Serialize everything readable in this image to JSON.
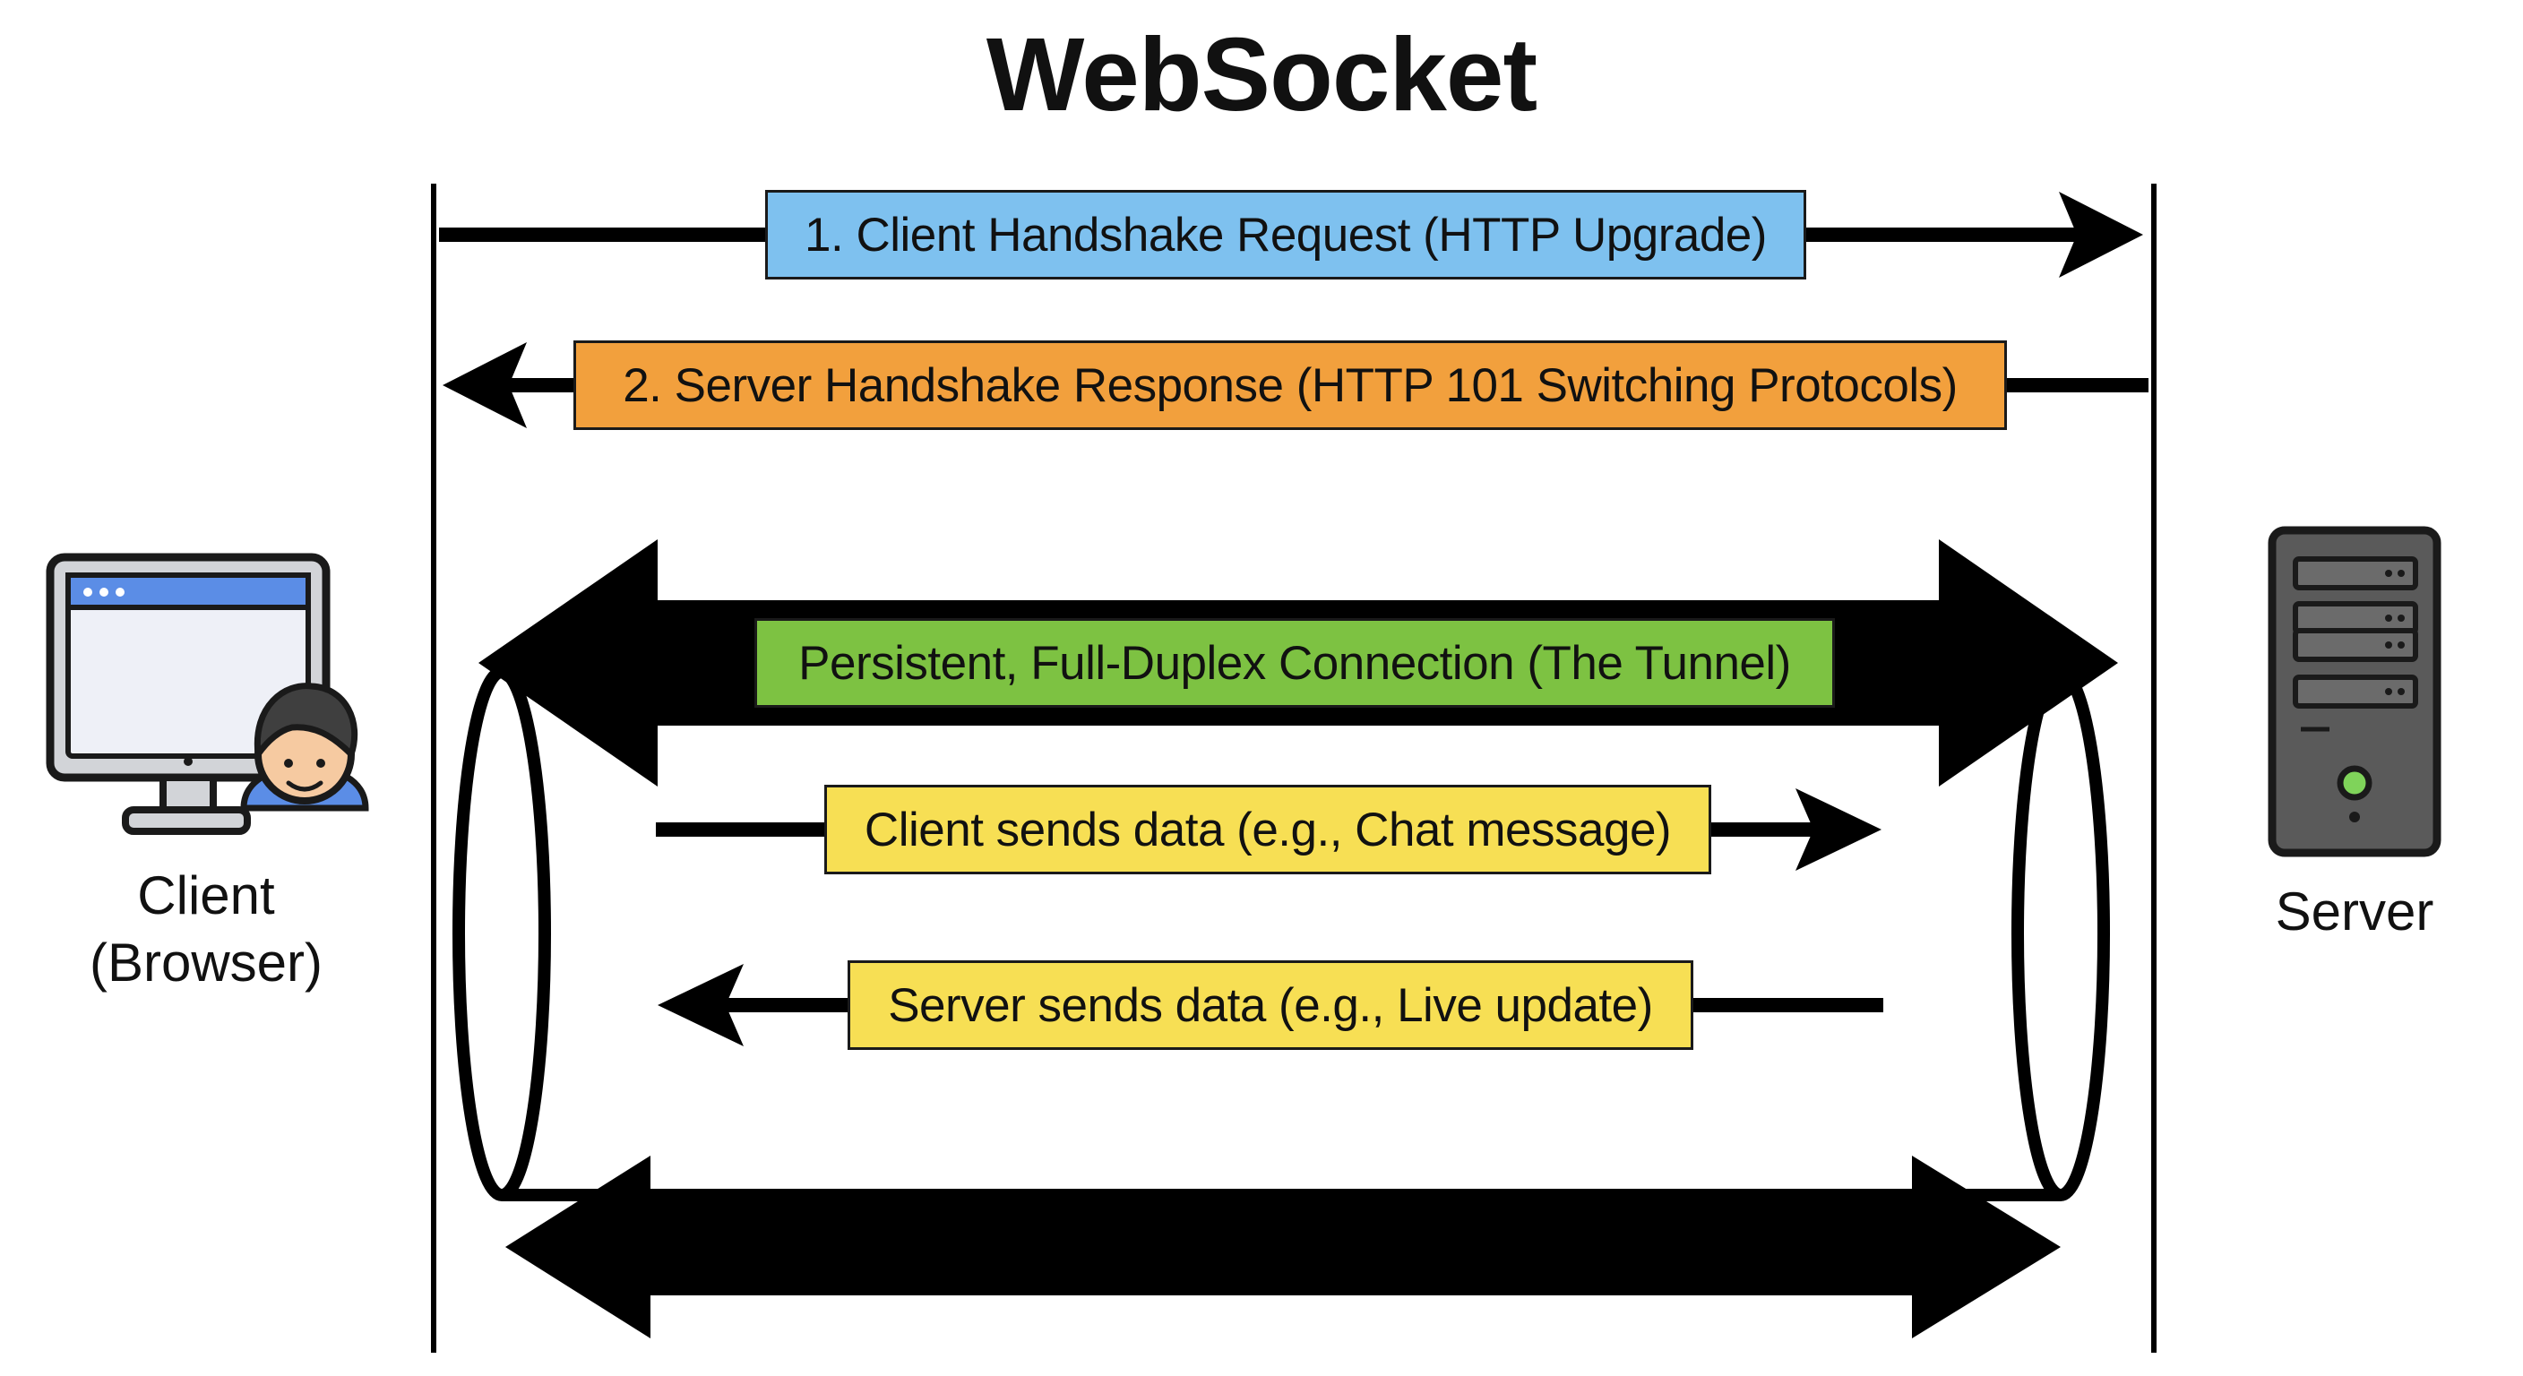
{
  "title": "WebSocket",
  "colors": {
    "handshake_request": "#7ec1ef",
    "handshake_response": "#f2a03d",
    "connection": "#7dc242",
    "data_message": "#f7df54",
    "ink": "#000000",
    "server_body": "#5a5a5a",
    "server_led": "#7fd35a",
    "monitor_titlebar": "#5b8de6"
  },
  "client": {
    "label_line1": "Client",
    "label_line2": "(Browser)",
    "icon": "computer-user-icon"
  },
  "server": {
    "label": "Server",
    "icon": "server-tower-icon"
  },
  "messages": {
    "handshake_request": "1. Client Handshake Request (HTTP Upgrade)",
    "handshake_response": "2. Server Handshake Response (HTTP 101 Switching Protocols)",
    "connection": "Persistent, Full-Duplex Connection (The Tunnel)",
    "client_sends": "Client sends data (e.g., Chat message)",
    "server_sends": "Server sends data (e.g., Live update)"
  }
}
